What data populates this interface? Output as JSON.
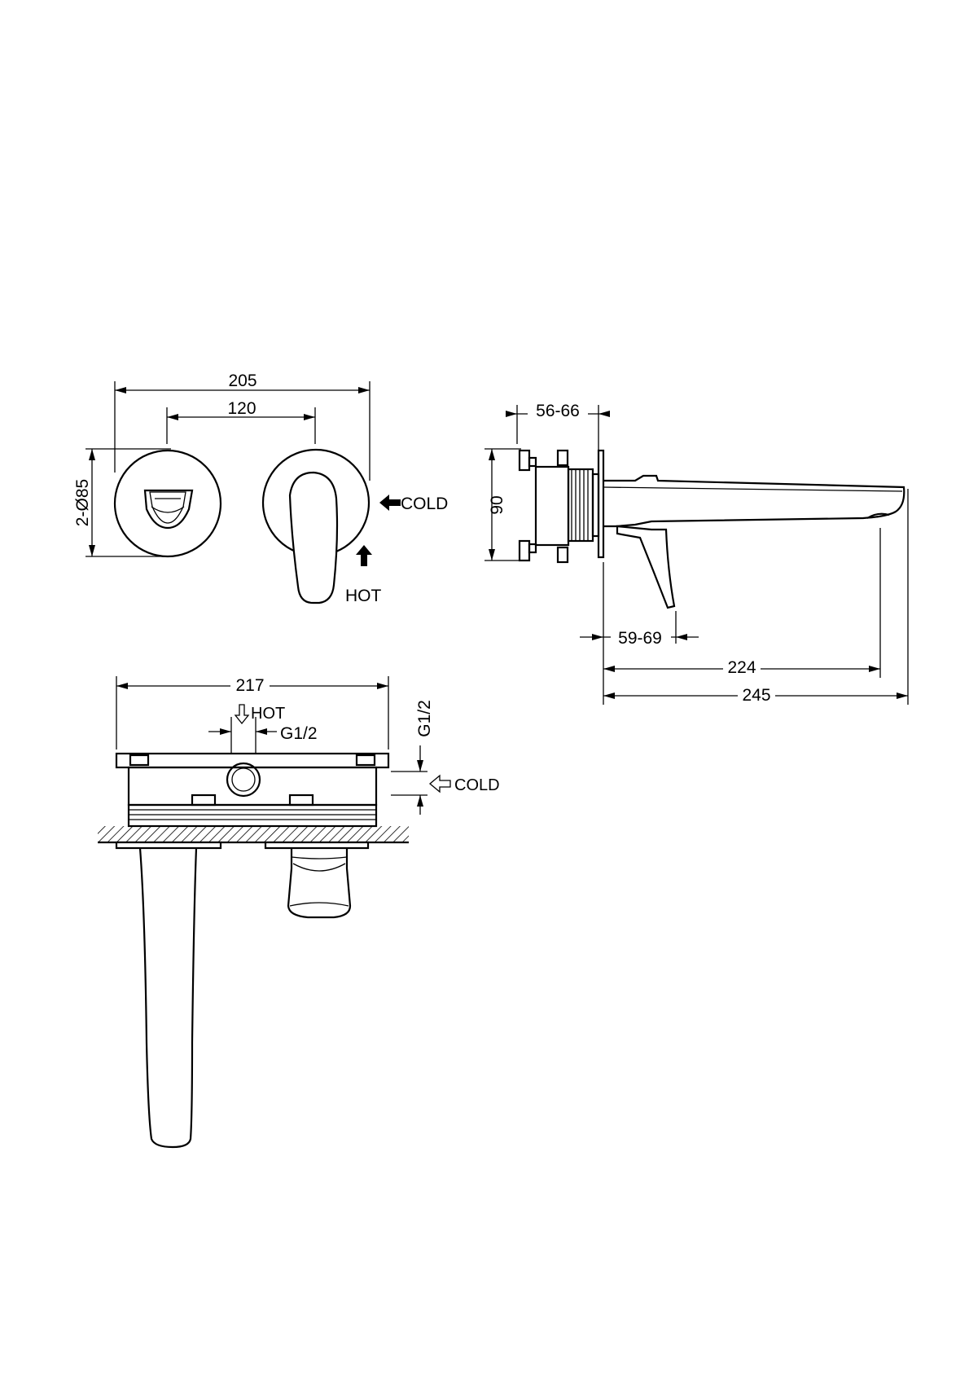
{
  "front_view": {
    "overall_width": "205",
    "center_distance": "120",
    "plate_diameter": "2-Ø85",
    "cold_label": "COLD",
    "hot_label": "HOT"
  },
  "side_view": {
    "wall_depth_range": "56-66",
    "plate_height": "90",
    "lever_offset_range": "59-69",
    "spout_reach": "224",
    "overall_length": "245"
  },
  "top_view": {
    "overall_width": "217",
    "hot_label": "HOT",
    "thread_horizontal": "G1/2",
    "thread_vertical": "G1/2",
    "cold_label": "COLD"
  }
}
